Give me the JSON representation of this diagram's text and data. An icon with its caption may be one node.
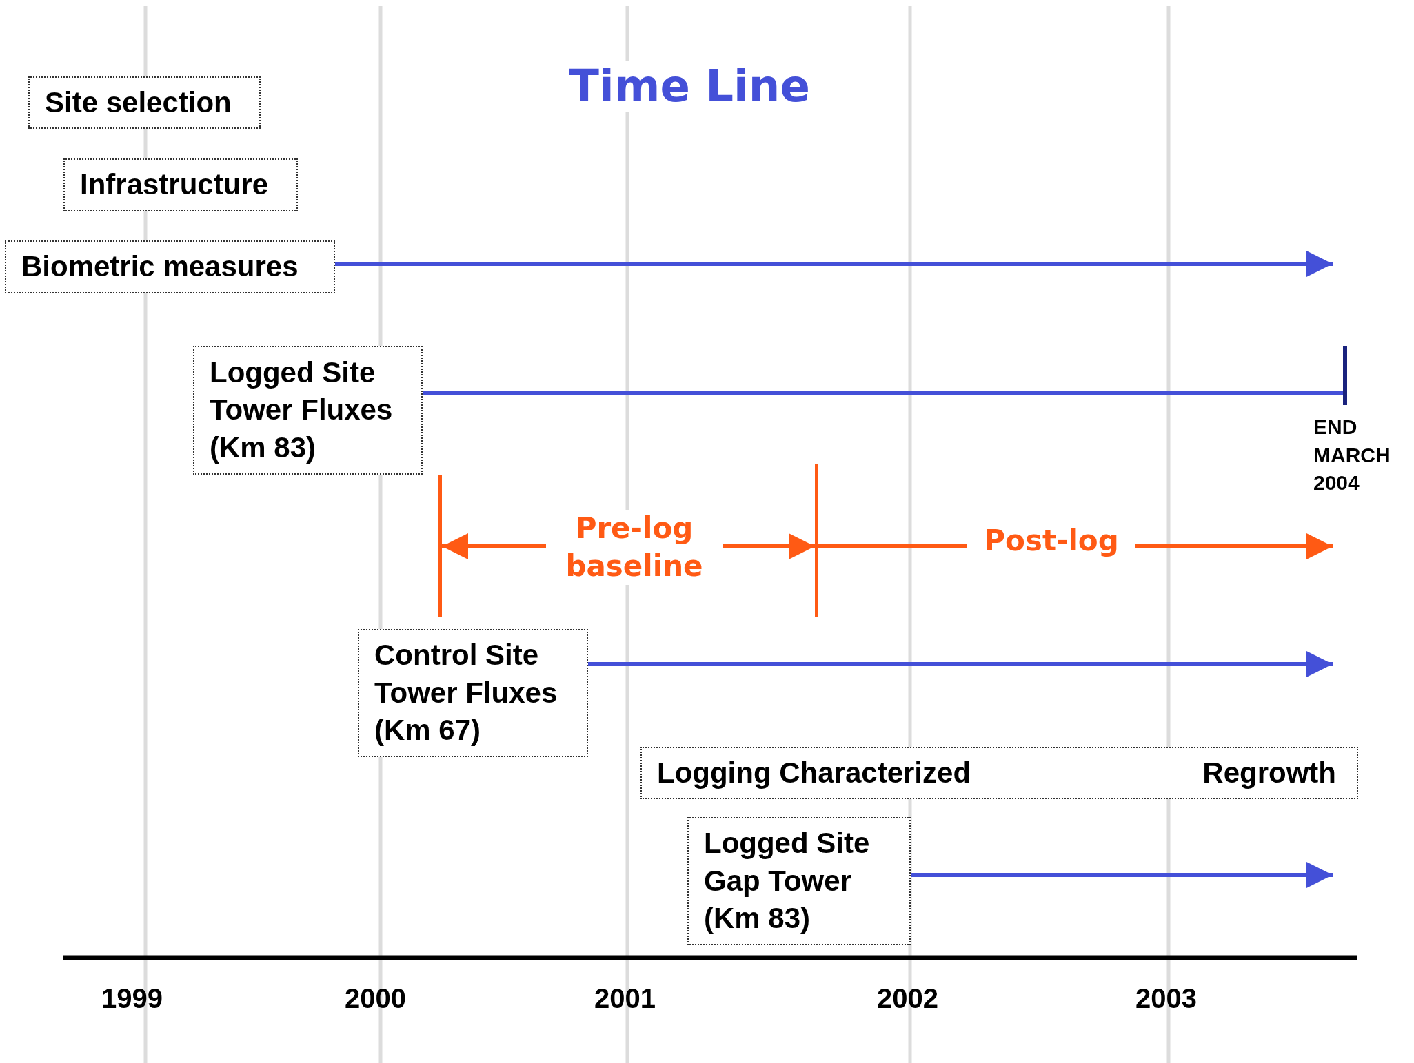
{
  "diagram": {
    "title": "Time Line",
    "nodes": [
      {
        "text": [
          "Site selection"
        ]
      },
      {
        "text": [
          "Infrastructure"
        ]
      },
      {
        "text": [
          "Biometric measures"
        ]
      },
      {
        "text": [
          "Logged Site Tower Fluxes (Km 83)"
        ]
      },
      {
        "text": [],
        "shape": "bar"
      },
      {
        "text": [],
        "shape": "bar"
      },
      {
        "text": [
          "Control Site Tower Fluxes (Km 67)"
        ]
      },
      {
        "text": [
          "Logging Characterized",
          "Regrowth"
        ]
      },
      {
        "text": [
          "Logged Site Gap Tower (Km 83)"
        ]
      }
    ],
    "edges": [
      {
        "from": 2,
        "to": null,
        "arrow": "to"
      },
      {
        "from": 3,
        "to": null,
        "arrow": "other"
      },
      {
        "from": 4,
        "to": 5,
        "arrow": "both",
        "label": "Pre-log baseline",
        "color": "#ff5a14"
      },
      {
        "from": 5,
        "to": null,
        "arrow": "to",
        "label": "Post-log",
        "color": "#ff5a14"
      },
      {
        "from": 6,
        "to": null,
        "arrow": "to"
      },
      {
        "from": 8,
        "to": null,
        "arrow": "to"
      }
    ],
    "labels": [
      "END MARCH 2004",
      "1999",
      "2000",
      "2001",
      "2002",
      "2003"
    ]
  }
}
